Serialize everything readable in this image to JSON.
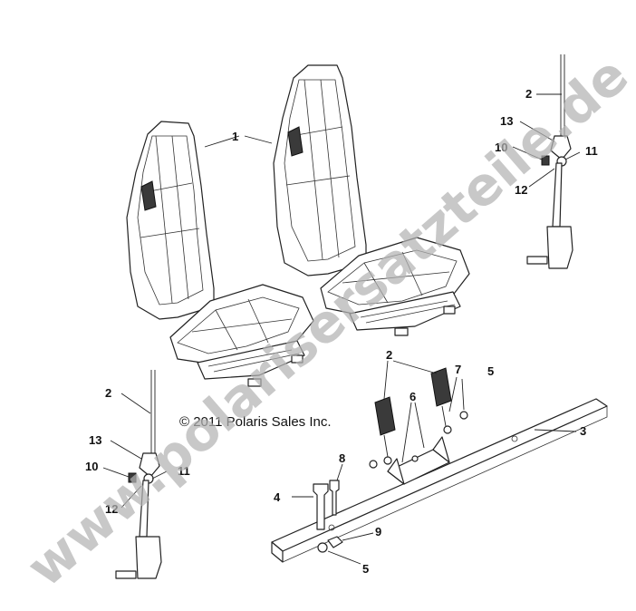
{
  "copyright": "© 2011 Polaris Sales Inc.",
  "watermark": "www.polarisersatzteile.de",
  "callouts": {
    "c1": "1",
    "c2_right": "2",
    "c13_right": "13",
    "c10_right": "10",
    "c11_right": "11",
    "c12_right": "12",
    "c2_mid": "2",
    "c7": "7",
    "c5_top": "5",
    "c6": "6",
    "c3": "3",
    "c8": "8",
    "c4": "4",
    "c9": "9",
    "c5_bottom": "5",
    "c2_left": "2",
    "c13_left": "13",
    "c10_left": "10",
    "c11_left": "11",
    "c12_left": "12"
  }
}
